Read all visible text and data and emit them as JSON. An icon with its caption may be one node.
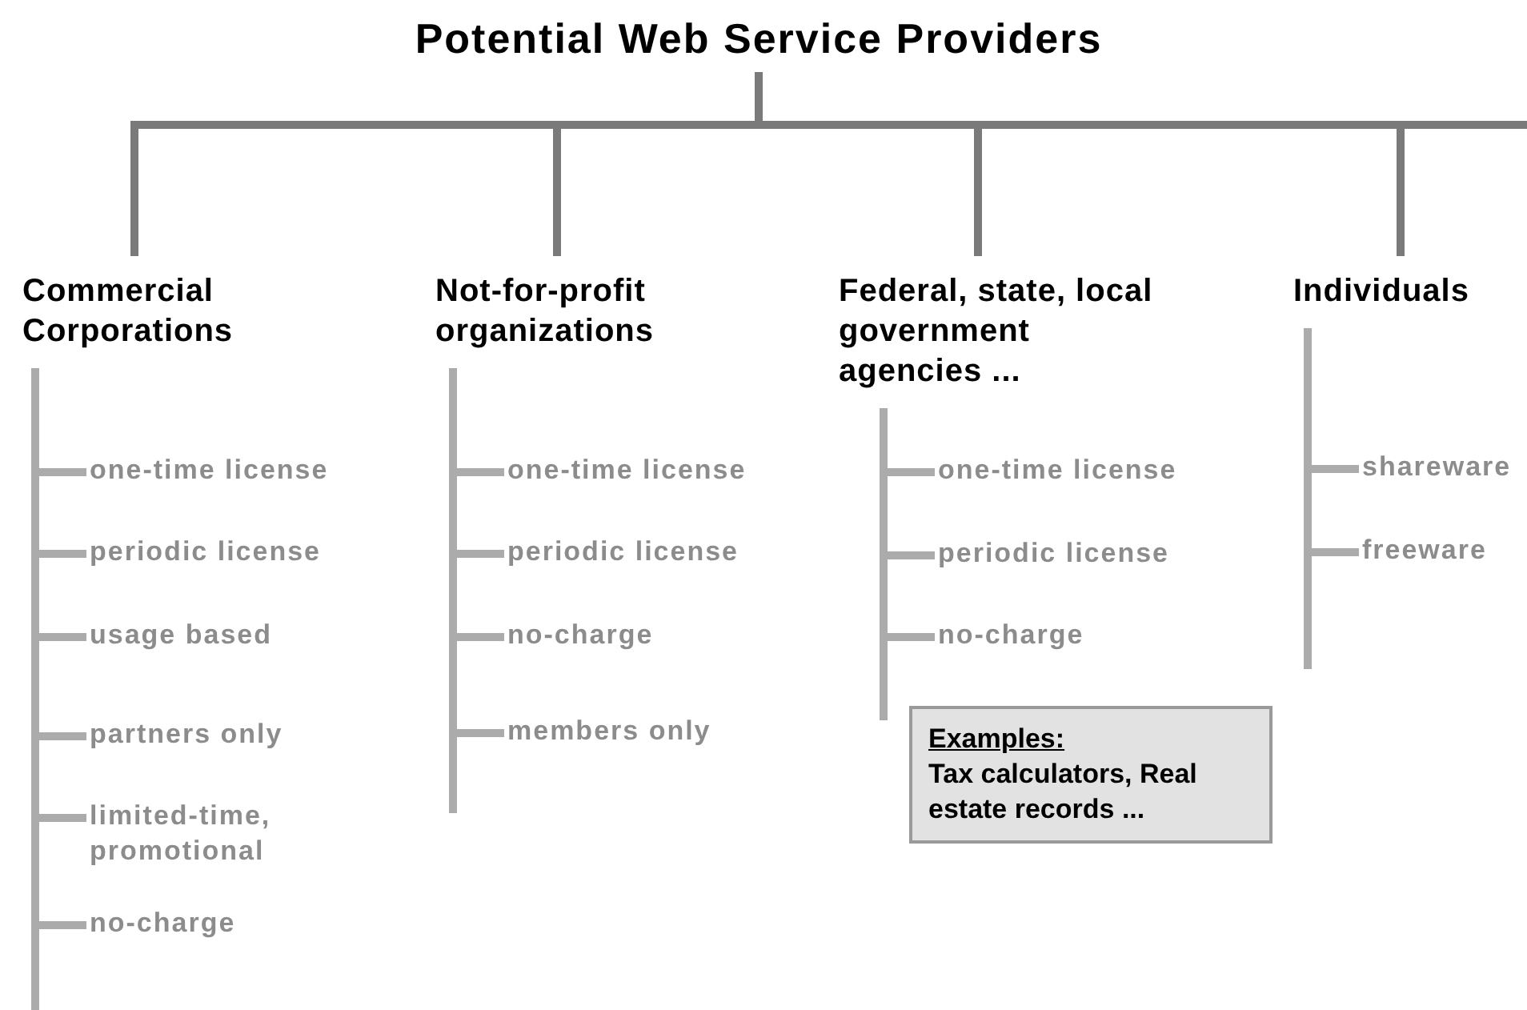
{
  "diagram": {
    "nodes": [
      {
        "text": [
          "Potential Web Service Providers"
        ]
      },
      {
        "text": [
          "Commercial Corporations"
        ]
      },
      {
        "text": [
          "Not-for-profit organizations"
        ]
      },
      {
        "text": [
          "Federal, state, local government agencies ..."
        ]
      },
      {
        "text": [
          "Individuals"
        ]
      },
      {
        "text": [
          "one-time license"
        ]
      },
      {
        "text": [
          "periodic license"
        ]
      },
      {
        "text": [
          "usage based"
        ]
      },
      {
        "text": [
          "partners only"
        ]
      },
      {
        "text": [
          "limited-time, promotional"
        ]
      },
      {
        "text": [
          "no-charge"
        ]
      },
      {
        "text": [
          "one-time license"
        ]
      },
      {
        "text": [
          "periodic license"
        ]
      },
      {
        "text": [
          "no-charge"
        ]
      },
      {
        "text": [
          "members only"
        ]
      },
      {
        "text": [
          "one-time license"
        ]
      },
      {
        "text": [
          "periodic license"
        ]
      },
      {
        "text": [
          "no-charge"
        ]
      },
      {
        "text": [
          "shareware"
        ]
      },
      {
        "text": [
          "freeware"
        ]
      },
      {
        "text": [
          "Examples:",
          "Tax calculators, Real estate records ..."
        ]
      }
    ],
    "edges": [
      {
        "from": 0,
        "to": 1,
        "arrow": "none"
      },
      {
        "from": 0,
        "to": 2,
        "arrow": "none"
      },
      {
        "from": 0,
        "to": 3,
        "arrow": "none"
      },
      {
        "from": 0,
        "to": 4,
        "arrow": "none"
      },
      {
        "from": 1,
        "to": 5,
        "arrow": "none"
      },
      {
        "from": 1,
        "to": 6,
        "arrow": "none"
      },
      {
        "from": 1,
        "to": 7,
        "arrow": "none"
      },
      {
        "from": 1,
        "to": 8,
        "arrow": "none"
      },
      {
        "from": 1,
        "to": 9,
        "arrow": "none"
      },
      {
        "from": 1,
        "to": 10,
        "arrow": "none"
      },
      {
        "from": 2,
        "to": 11,
        "arrow": "none"
      },
      {
        "from": 2,
        "to": 12,
        "arrow": "none"
      },
      {
        "from": 2,
        "to": 13,
        "arrow": "none"
      },
      {
        "from": 2,
        "to": 14,
        "arrow": "none"
      },
      {
        "from": 3,
        "to": 15,
        "arrow": "none"
      },
      {
        "from": 3,
        "to": 16,
        "arrow": "none"
      },
      {
        "from": 3,
        "to": 17,
        "arrow": "none"
      },
      {
        "from": 4,
        "to": 18,
        "arrow": "none"
      },
      {
        "from": 4,
        "to": 19,
        "arrow": "none"
      }
    ]
  }
}
